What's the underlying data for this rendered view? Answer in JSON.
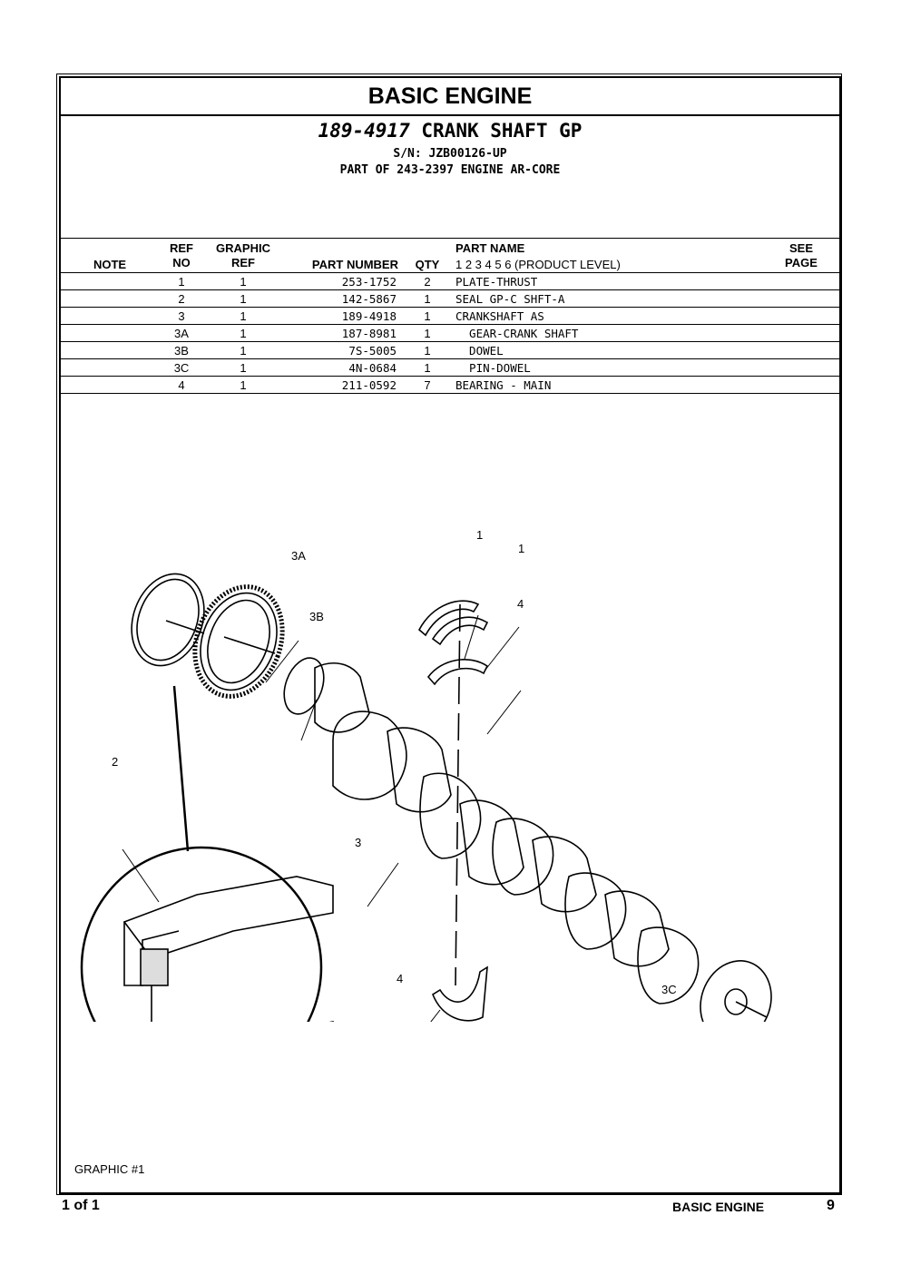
{
  "document": {
    "section_title": "BASIC ENGINE",
    "group_part_number": "189-4917",
    "group_name": "CRANK SHAFT GP",
    "serial": "S/N: JZB00126-UP",
    "part_of": "PART OF 243-2397 ENGINE AR-CORE"
  },
  "table": {
    "headers": {
      "note": "NOTE",
      "ref_no_1": "REF",
      "ref_no_2": "NO",
      "graphic_ref_1": "GRAPHIC",
      "graphic_ref_2": "REF",
      "part_number": "PART NUMBER",
      "qty": "QTY",
      "part_name": "PART NAME",
      "product_level": "1 2 3 4 5 6 (PRODUCT LEVEL)",
      "see_page_1": "SEE",
      "see_page_2": "PAGE"
    },
    "rows": [
      {
        "ref": "1",
        "graphic": "1",
        "part_number": "253-1752",
        "qty": "2",
        "name": "PLATE-THRUST"
      },
      {
        "ref": "2",
        "graphic": "1",
        "part_number": "142-5867",
        "qty": "1",
        "name": "SEAL GP-C SHFT-A"
      },
      {
        "ref": "3",
        "graphic": "1",
        "part_number": "189-4918",
        "qty": "1",
        "name": "CRANKSHAFT AS"
      },
      {
        "ref": "3A",
        "graphic": "1",
        "part_number": "187-8981",
        "qty": "1",
        "name": "  GEAR-CRANK SHAFT"
      },
      {
        "ref": "3B",
        "graphic": "1",
        "part_number": "7S-5005",
        "qty": "1",
        "name": "  DOWEL"
      },
      {
        "ref": "3C",
        "graphic": "1",
        "part_number": "4N-0684",
        "qty": "1",
        "name": "  PIN-DOWEL"
      },
      {
        "ref": "4",
        "graphic": "1",
        "part_number": "211-0592",
        "qty": "7",
        "name": "BEARING - MAIN"
      }
    ]
  },
  "graphic": {
    "callouts": [
      "1",
      "1",
      "3A",
      "3B",
      "4",
      "2",
      "3",
      "4",
      "3C"
    ],
    "caption": "GRAPHIC #1"
  },
  "footer": {
    "page_count": "1 of 1",
    "section": "BASIC ENGINE",
    "page_number": "9"
  }
}
